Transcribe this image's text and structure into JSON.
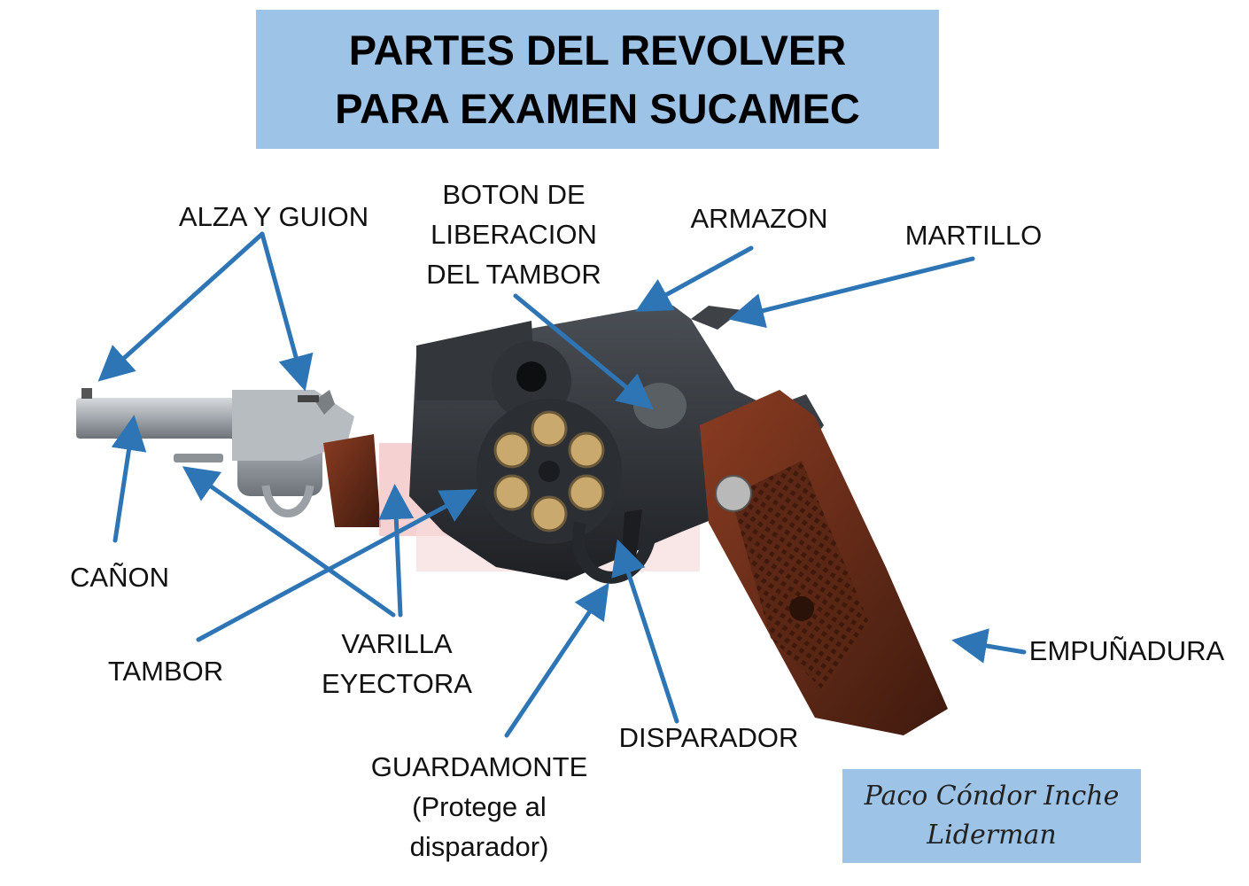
{
  "title": {
    "line1": "PARTES DEL REVOLVER",
    "line2": "PARA EXAMEN SUCAMEC"
  },
  "labels": {
    "alza_guion": "ALZA Y GUION",
    "boton": [
      "BOTON DE",
      "LIBERACION",
      "DEL  TAMBOR"
    ],
    "armazon": "ARMAZON",
    "martillo": "MARTILLO",
    "canon": "CAÑON",
    "tambor": "TAMBOR",
    "varilla": [
      "VARILLA",
      "EYECTORA"
    ],
    "empunadura": "EMPUÑADURA",
    "disparador": "DISPARADOR",
    "guardamonte": [
      "GUARDAMONTE",
      "(Protege al",
      "disparador)"
    ]
  },
  "author": {
    "line1": "Paco Cóndor Inche",
    "line2": "Liderman"
  },
  "colors": {
    "title_bg": "#9dc3e6",
    "arrow": "#2e75b6",
    "steel": "#a9aeb3",
    "black_metal": "#2a2d31",
    "wood": "#6b2e1a"
  }
}
